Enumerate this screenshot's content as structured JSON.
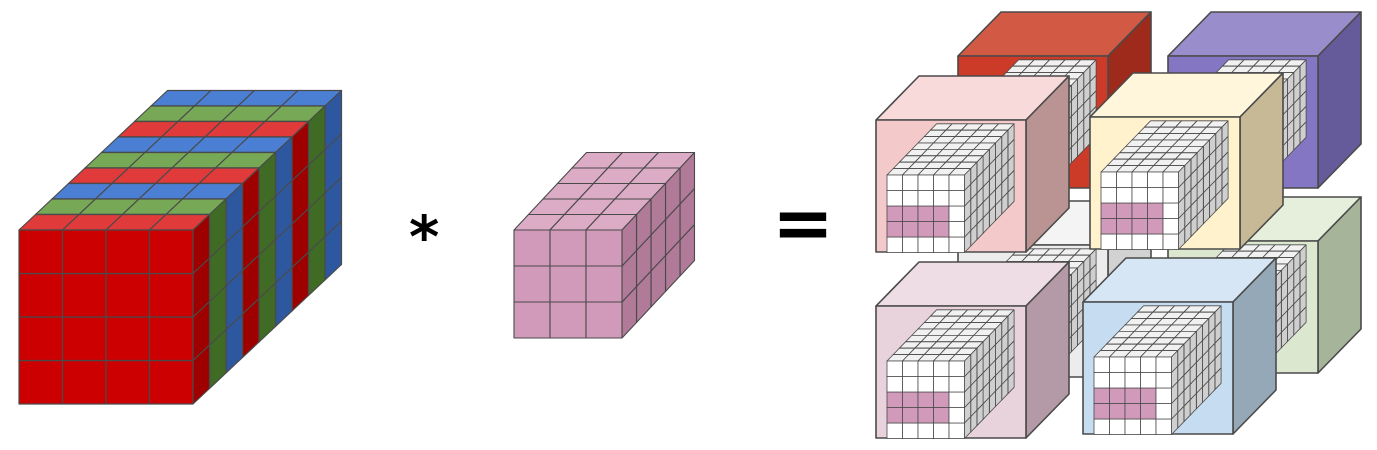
{
  "operators": {
    "multiply": "*",
    "equals": "="
  },
  "colors": {
    "stroke": "#4a4a4a",
    "input_layers": [
      {
        "name": "red",
        "front": "#cc0000",
        "top": "#e03a3a",
        "side": "#9e0000"
      },
      {
        "name": "green",
        "front": "#5d8f3a",
        "top": "#76a855",
        "side": "#3f6b25"
      },
      {
        "name": "blue",
        "front": "#3a6fc4",
        "top": "#4a7fd4",
        "side": "#2d58a0"
      }
    ],
    "kernel": {
      "front": "#d19aba",
      "top": "#dcabc6",
      "side": "#b07a98"
    },
    "output_cubes": [
      {
        "name": "red",
        "front": "#cc3a28",
        "top": "#d25a45",
        "side": "#9e2a1c"
      },
      {
        "name": "purple",
        "front": "#8476c2",
        "top": "#9a8dcb",
        "side": "#655a9a"
      },
      {
        "name": "gray",
        "front": "#ececec",
        "top": "#f4f4f4",
        "side": "#d2d2d2"
      },
      {
        "name": "green",
        "front": "#dbe8cf",
        "top": "#e6efdb",
        "side": "#a6b49a"
      },
      {
        "name": "pink",
        "front": "#f4c9c9",
        "top": "#f8dada",
        "side": "#b99493"
      },
      {
        "name": "yellow",
        "front": "#fff2cc",
        "top": "#fff6dc",
        "side": "#c7b996"
      },
      {
        "name": "mauve",
        "front": "#e8d2dc",
        "top": "#eedde5",
        "side": "#b39aa6"
      },
      {
        "name": "lightblue",
        "front": "#c6dcf0",
        "top": "#d6e6f5",
        "side": "#95a8b8"
      }
    ],
    "inner_grid": {
      "front": "#ffffff",
      "top": "#f1f1f1",
      "side": "#cfcfcf",
      "highlight": "#d19aba"
    }
  }
}
